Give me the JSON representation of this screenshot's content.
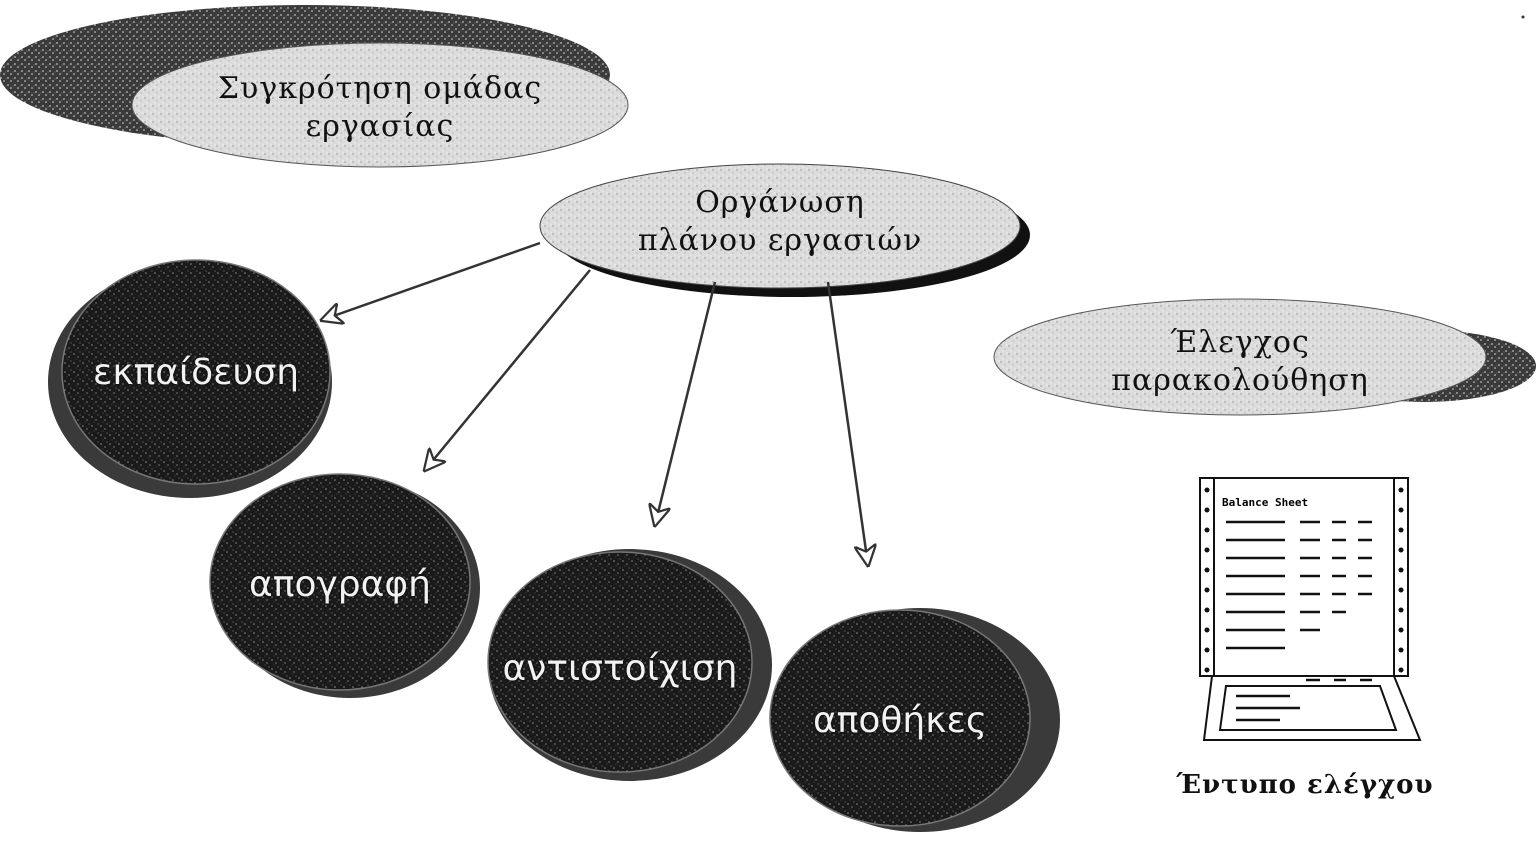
{
  "nodes": {
    "team_formation": {
      "line1": "Συγκρότηση ομάδας",
      "line2": "εργασίας"
    },
    "work_plan": {
      "line1": "Οργάνωση",
      "line2": "πλάνου εργασιών"
    },
    "monitoring": {
      "line1": "Έλεγχος",
      "line2": "παρακολούθηση"
    },
    "training": {
      "label": "εκπαίδευση"
    },
    "inventory": {
      "label": "απογραφή"
    },
    "matching": {
      "label": "αντιστοίχιση"
    },
    "warehouses": {
      "label": "αποθήκες"
    }
  },
  "control_form": {
    "sheet_title": "Balance Sheet",
    "caption": "Έντυπο ελέγχου"
  },
  "colors": {
    "light_ellipse": "#d9d9d9",
    "dark_shadow": "#2a2a2a",
    "dark_circle": "#1c1c1c",
    "arrow": "#333333"
  }
}
